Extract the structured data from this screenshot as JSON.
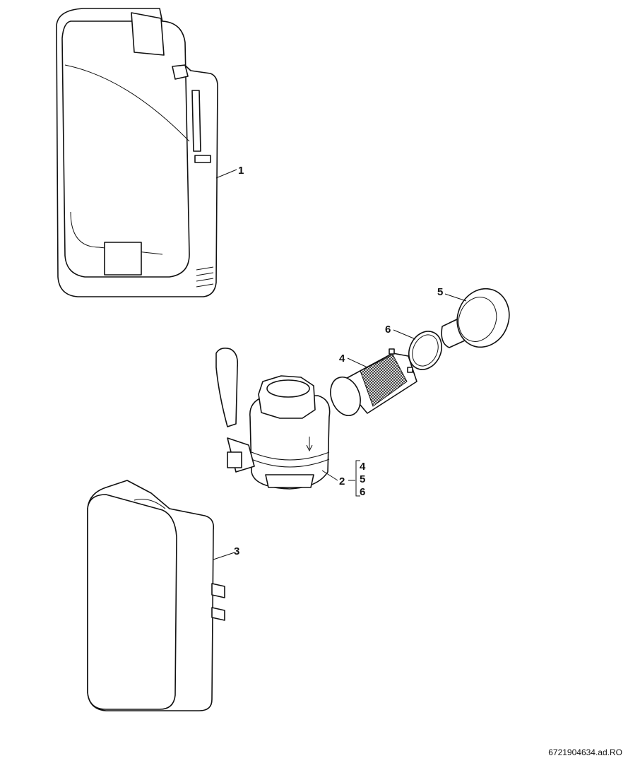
{
  "callouts": {
    "part1": "1",
    "part2": "2",
    "part3": "3",
    "part4": "4",
    "part5": "5",
    "part6": "6"
  },
  "bracket_items": [
    "4",
    "5",
    "6"
  ],
  "footer_code": "6721904634.ad.RO"
}
